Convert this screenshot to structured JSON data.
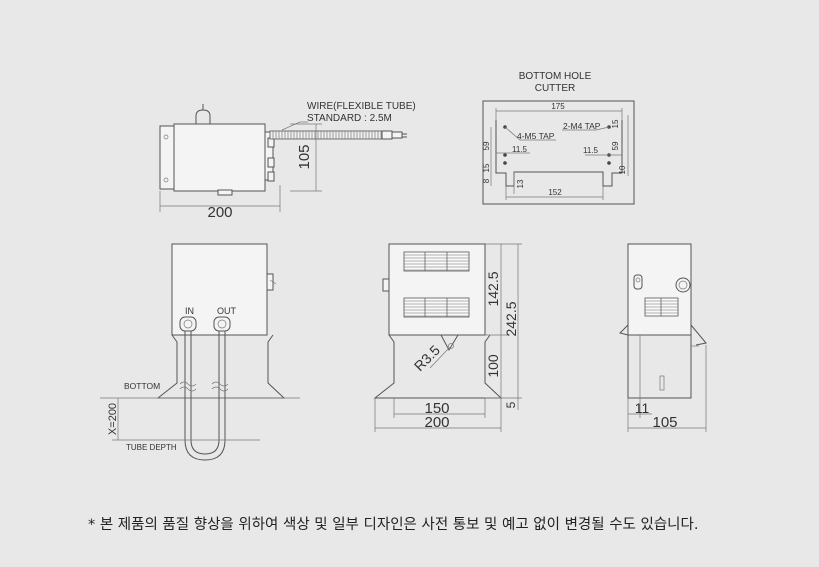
{
  "footnote": "* 본 제품의 품질 향상을 위하여 색상 및 일부 디자인은 사전 통보 및 예고 없이 변경될 수도 있습니다.",
  "top_view": {
    "wire_label": "WIRE(FLEXIBLE TUBE)",
    "wire_length": "STANDARD : 2.5M",
    "width": "200",
    "height": "105"
  },
  "bottom_hole": {
    "title_line1": "BOTTOM HOLE",
    "title_line2": "CUTTER",
    "dim_175": "175",
    "dim_152": "152",
    "m4_tap": "2-M4 TAP",
    "m5_tap": "4-M5 TAP",
    "dim_11_5_left": "11.5",
    "dim_11_5_right": "11.5",
    "dim_59_left": "59",
    "dim_59_right": "59",
    "dim_15_left": "15",
    "dim_15_right": "15",
    "dim_8": "8",
    "dim_13": "13",
    "dim_10": "10"
  },
  "left_view": {
    "in_label": "IN",
    "out_label": "OUT",
    "bottom_label": "BOTTOM",
    "x_label": "X=200",
    "tube_depth_label": "TUBE DEPTH"
  },
  "front_view": {
    "dim_142_5": "142.5",
    "dim_242_5": "242.5",
    "dim_100": "100",
    "dim_5": "5",
    "dim_150": "150",
    "dim_200": "200",
    "radius": "R3.5"
  },
  "side_view": {
    "dim_11": "11",
    "dim_105": "105"
  }
}
